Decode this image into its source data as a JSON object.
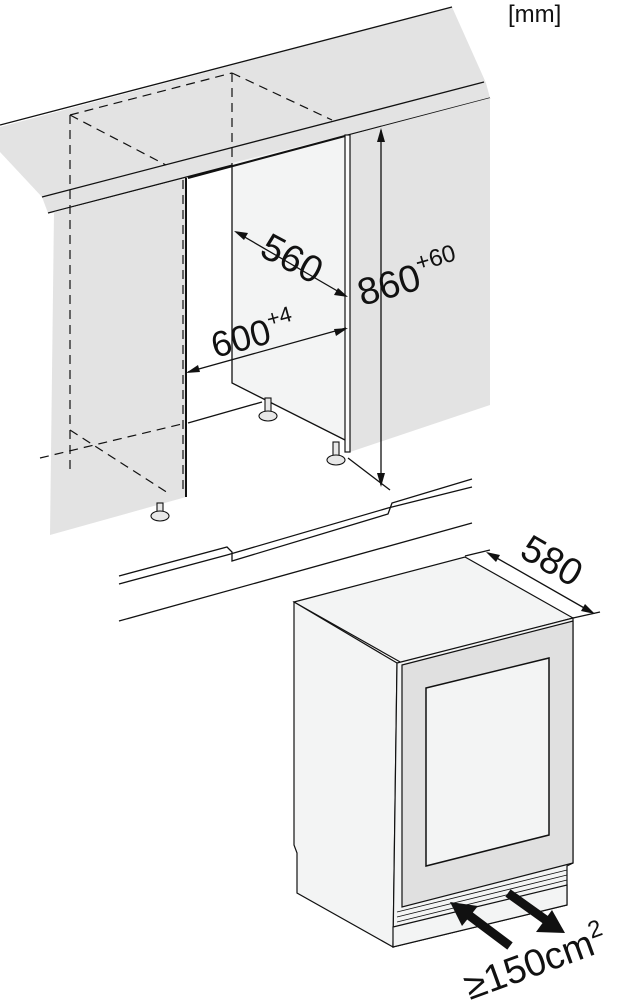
{
  "unit_label": "[mm]",
  "dimensions": {
    "niche_depth": "560",
    "niche_width": "600",
    "niche_width_tolerance": "+4",
    "niche_height": "860",
    "niche_height_tolerance": "+60",
    "appliance_depth": "580",
    "ventilation": "≥150cm",
    "ventilation_exp": "2"
  },
  "colors": {
    "cabinet_gray": "#e3e3e3",
    "panel_light": "#f3f4f4",
    "door_frame": "#e0e0e0",
    "line": "#111111"
  }
}
